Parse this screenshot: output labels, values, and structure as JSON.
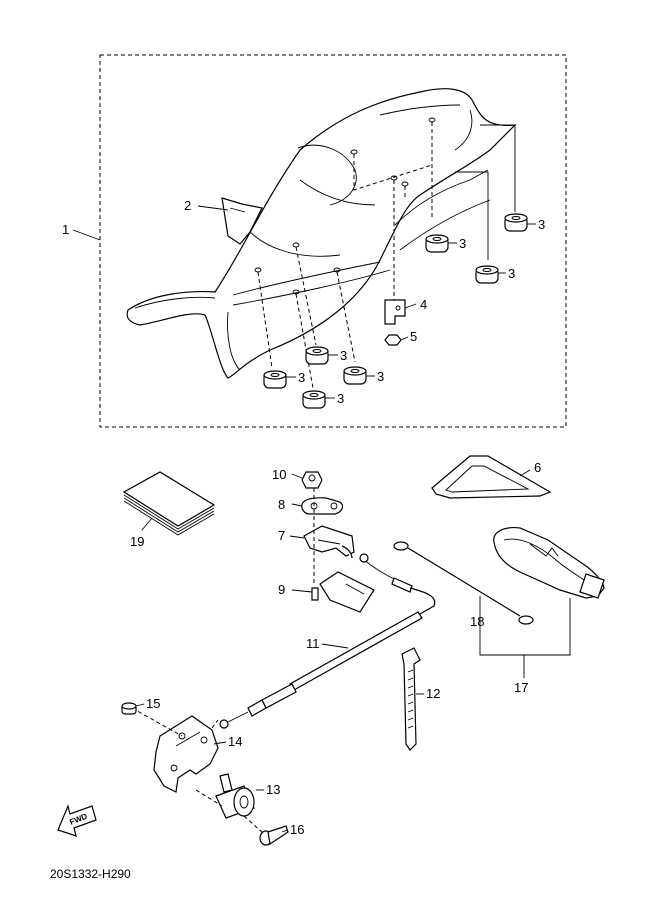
{
  "diagram_code": "20S1332-H290",
  "fwd_label": "FWD",
  "callouts": [
    {
      "id": "1",
      "text": "1"
    },
    {
      "id": "2",
      "text": "2"
    },
    {
      "id": "3a",
      "text": "3"
    },
    {
      "id": "3b",
      "text": "3"
    },
    {
      "id": "3c",
      "text": "3"
    },
    {
      "id": "3d",
      "text": "3"
    },
    {
      "id": "3e",
      "text": "3"
    },
    {
      "id": "3f",
      "text": "3"
    },
    {
      "id": "4",
      "text": "4"
    },
    {
      "id": "5",
      "text": "5"
    },
    {
      "id": "6",
      "text": "6"
    },
    {
      "id": "7",
      "text": "7"
    },
    {
      "id": "8",
      "text": "8"
    },
    {
      "id": "9",
      "text": "9"
    },
    {
      "id": "10",
      "text": "10"
    },
    {
      "id": "11",
      "text": "11"
    },
    {
      "id": "12",
      "text": "12"
    },
    {
      "id": "13",
      "text": "13"
    },
    {
      "id": "14",
      "text": "14"
    },
    {
      "id": "15",
      "text": "15"
    },
    {
      "id": "16",
      "text": "16"
    },
    {
      "id": "17",
      "text": "17"
    },
    {
      "id": "18",
      "text": "18"
    },
    {
      "id": "19",
      "text": "19"
    }
  ]
}
